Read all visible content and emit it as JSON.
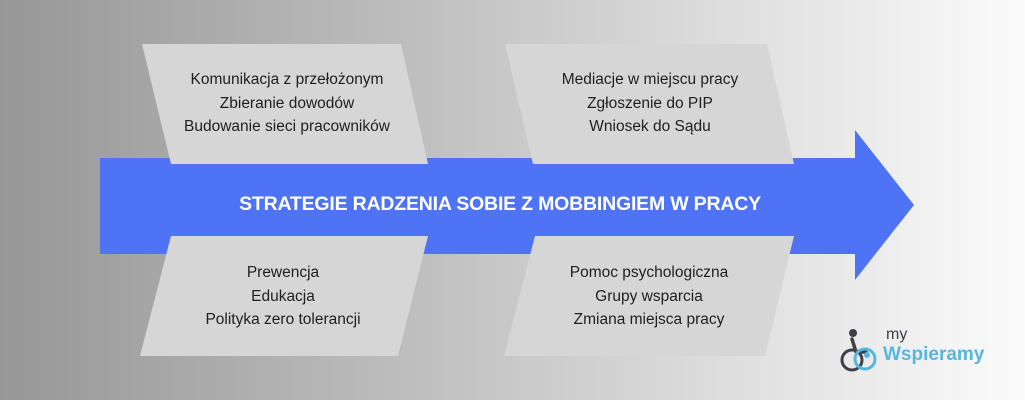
{
  "diagram": {
    "title": "STRATEGIE RADZENIA SOBIE Z MOBBINGIEM W PRACY",
    "blocks": [
      {
        "lines": [
          "Komunikacja z przełożonym",
          "Zbieranie dowodów",
          "Budowanie sieci pracowników"
        ]
      },
      {
        "lines": [
          "Mediacje w miejscu pracy",
          "Zgłoszenie do PIP",
          "Wniosek do Sądu"
        ]
      },
      {
        "lines": [
          "Prewencja",
          "Edukacja",
          "Polityka zero tolerancji"
        ]
      },
      {
        "lines": [
          "Pomoc psychologiczna",
          "Grupy wsparcia",
          "Zmiana miejsca pracy"
        ]
      }
    ]
  },
  "logo": {
    "prefix": "my",
    "wordmark": "Wspieramy"
  },
  "colors": {
    "arrow": "#4f73f5",
    "panel": "#d6d6d6",
    "logo_blue": "#55b7de",
    "logo_dark": "#3f3f46"
  }
}
